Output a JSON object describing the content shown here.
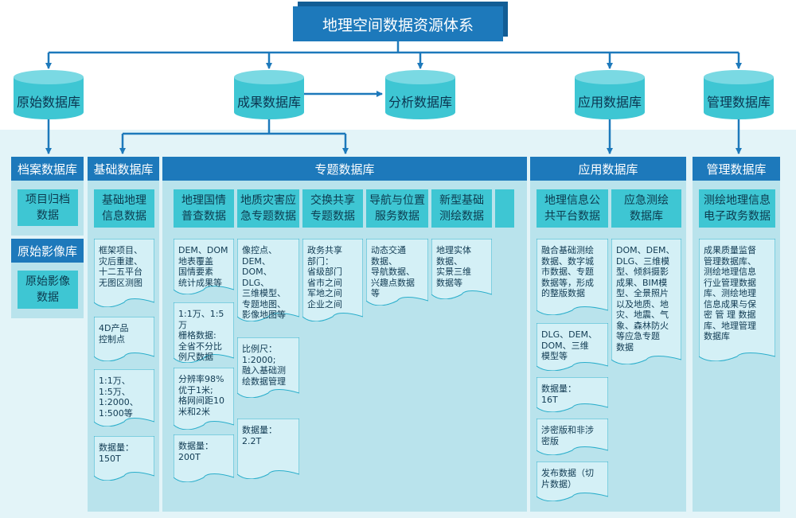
{
  "root": "地理空间数据资源体系",
  "level1": {
    "raw": "原始数据库",
    "result": "成果数据库",
    "analysis": "分析数据库",
    "app": "应用数据库",
    "mgmt": "管理数据库"
  },
  "headers": {
    "archive": "档案数据库",
    "base": "基础数据库",
    "thematic": "专题数据库",
    "app": "应用数据库",
    "mgmt": "管理数据库",
    "raw_image": "原始影像库"
  },
  "tiles": {
    "project": "项目归档\n数据",
    "raw_image": "原始影像\n数据",
    "base_geo": "基础地理\n信息数据",
    "census": "地理国情\n普查数据",
    "hazard": "地质灾害应\n急专题数据",
    "exchange": "交换共享\n专题数据",
    "navigation": "导航与位置\n服务数据",
    "new_mapping": "新型基础\n测绘数据",
    "public_platform": "地理信息公\n共平台数据",
    "emergency": "应急测绘\n数据库",
    "egov": "测绘地理信息\n电子政务数据"
  },
  "docs": {
    "base": [
      "框架项目、\n灾后重建、\n十二五平台\n无图区测图",
      "4D产品\n控制点",
      "1:1万、\n1:5万、\n1:2000、\n1:500等",
      "数据量：\n150T"
    ],
    "census": [
      "DEM、DOM\n地表覆盖\n国情要素\n统计成果等",
      "1:1万、1:5万\n栅格数据:\n全省不分比\n例尺数据",
      "分辨率98%\n优于1米;\n格网间距10\n米和2米",
      "数据量：\n200T"
    ],
    "hazard": [
      "像控点、\nDEM、DOM、\nDLG、\n三维模型、\n专题地图、\n影像地图等",
      "比例尺：\n1:2000;\n融入基础测\n绘数据管理",
      "数据量：\n2.2T"
    ],
    "exchange": [
      "政务共享\n部门：\n省级部门\n省市之间\n军地之间\n企业之间"
    ],
    "navigation": [
      "动态交通\n数据、\n导航数据、\n兴趣点数据\n等"
    ],
    "new_mapping": [
      "地理实体\n数据、\n实景三维\n数据等"
    ],
    "public_platform": [
      "融合基础测绘\n数据、数字城\n市数据、专题\n数据等，形成\n的整版数据",
      "DLG、DEM、\nDOM、三维\n模型等",
      "数据量：\n16T",
      "涉密版和非涉\n密版",
      "发布数据（切\n片数据）"
    ],
    "emergency": [
      "DOM、DEM、\nDLG、三维模\n型、倾斜摄影\n成果、BIM模\n型、全景照片\n以及地质、地\n灾、地震、气\n象、森林防火\n等应急专题\n数据"
    ],
    "egov": [
      "成果质量监督\n管理数据库、\n测绘地理信息\n行业管理数据\n库、测绘地理\n信息成果与保\n密 管 理 数据\n库、地理管理\n数据库"
    ]
  },
  "colors": {
    "header_blue": "#1d79bb",
    "tile_cyan": "#3ec6d3",
    "panel_light": "#b9e3ec",
    "band": "#e3f4f8",
    "doc_fill": "#d4f0f6"
  }
}
